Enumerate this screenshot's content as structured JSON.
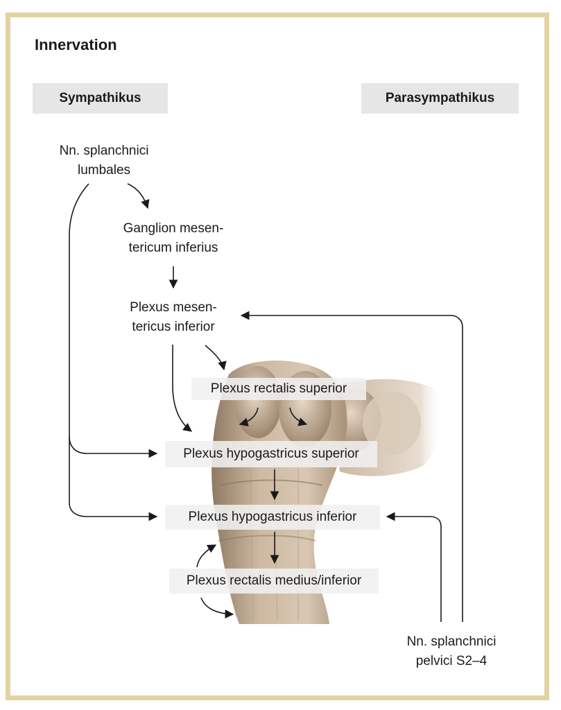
{
  "title": "Innervation",
  "headers": {
    "sympathikus": "Sympathikus",
    "parasympathikus": "Parasympathikus"
  },
  "labels": {
    "nn_splanchnici_lumbales": [
      "Nn. splanchnici",
      "lumbales"
    ],
    "ganglion_mesentericum_inferius": [
      "Ganglion mesen-",
      "tericum inferius"
    ],
    "plexus_mesentericus_inferior": [
      "Plexus mesen-",
      "tericus inferior"
    ],
    "plexus_rectalis_superior": "Plexus rectalis superior",
    "plexus_hypogastricus_superior": "Plexus hypogastricus superior",
    "plexus_hypogastricus_inferior": "Plexus hypogastricus inferior",
    "plexus_rectalis_medius_inferior": "Plexus rectalis medius/inferior",
    "nn_splanchnici_pelvici": [
      "Nn. splanchnici",
      "pelvici S2–4"
    ]
  },
  "colors": {
    "frame": "#e2d3a3",
    "header_bg": "#e6e6e6",
    "arrow": "#1a1a1a",
    "tissue": "#c9b49b"
  },
  "illustration": "rectum-sigmoid-colon"
}
